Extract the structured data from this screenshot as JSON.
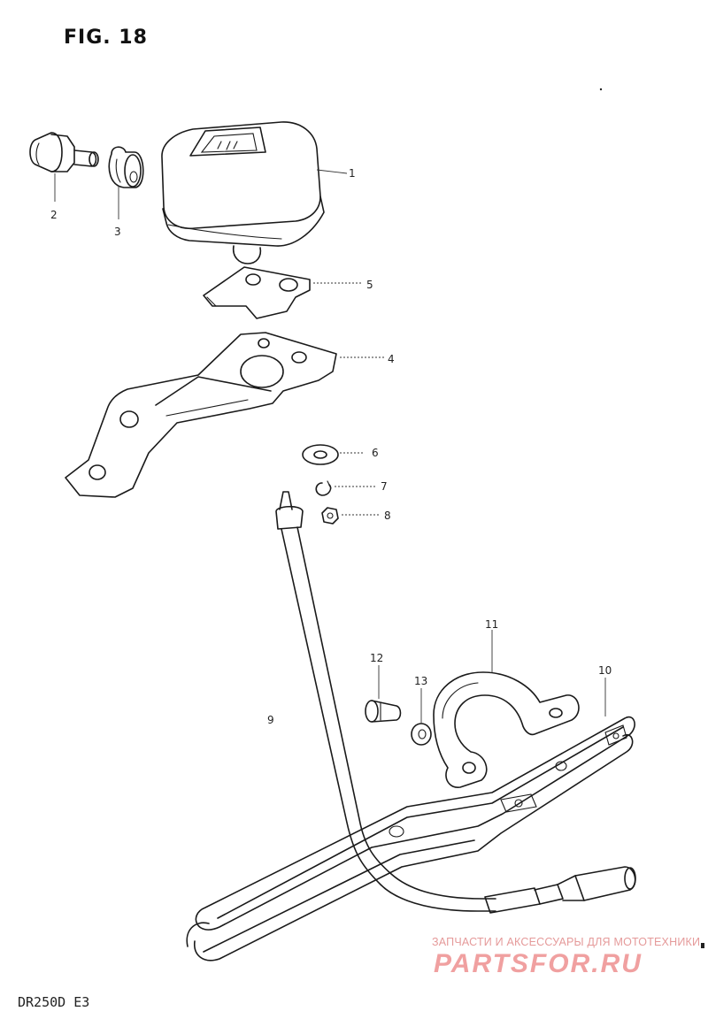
{
  "figure": {
    "title": "FIG. 18",
    "model_code": "DR250D E3"
  },
  "watermark": {
    "line1": "ЗАПЧАСТИ И АКСЕССУАРЫ ДЛЯ МОТОТЕХНИКИ",
    "line2": "PARTSFOR.RU"
  },
  "callouts": [
    "1",
    "2",
    "3",
    "5",
    "4",
    "6",
    "7",
    "8",
    "9",
    "11",
    "12",
    "13",
    "10"
  ]
}
